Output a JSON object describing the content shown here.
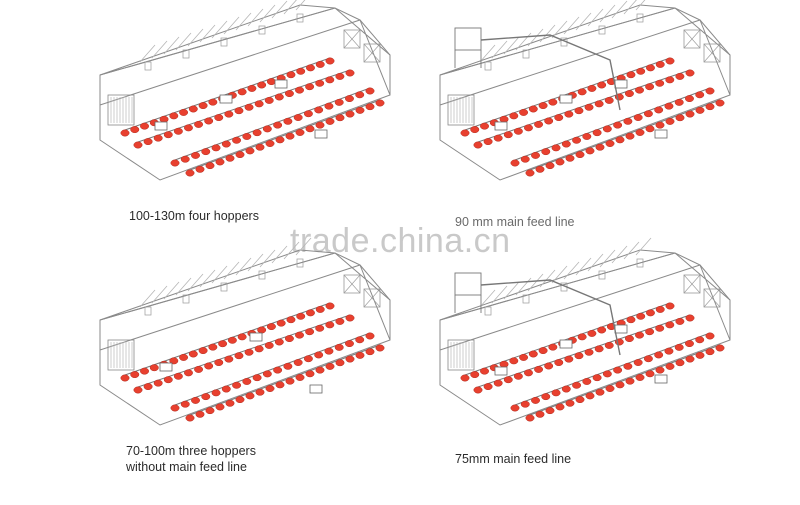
{
  "panels": [
    {
      "caption_lines": [
        "100-130m four hoppers"
      ]
    },
    {
      "caption_lines": [
        "90 mm main feed line"
      ]
    },
    {
      "caption_lines": [
        "70-100m three hoppers",
        "without main feed line"
      ]
    },
    {
      "caption_lines": [
        "75mm main feed line"
      ]
    }
  ],
  "watermark": "trade.china.cn",
  "colors": {
    "feeder": "#e8402f",
    "outline": "#8a8a8a",
    "roof_hatch": "#b5b5b5"
  }
}
